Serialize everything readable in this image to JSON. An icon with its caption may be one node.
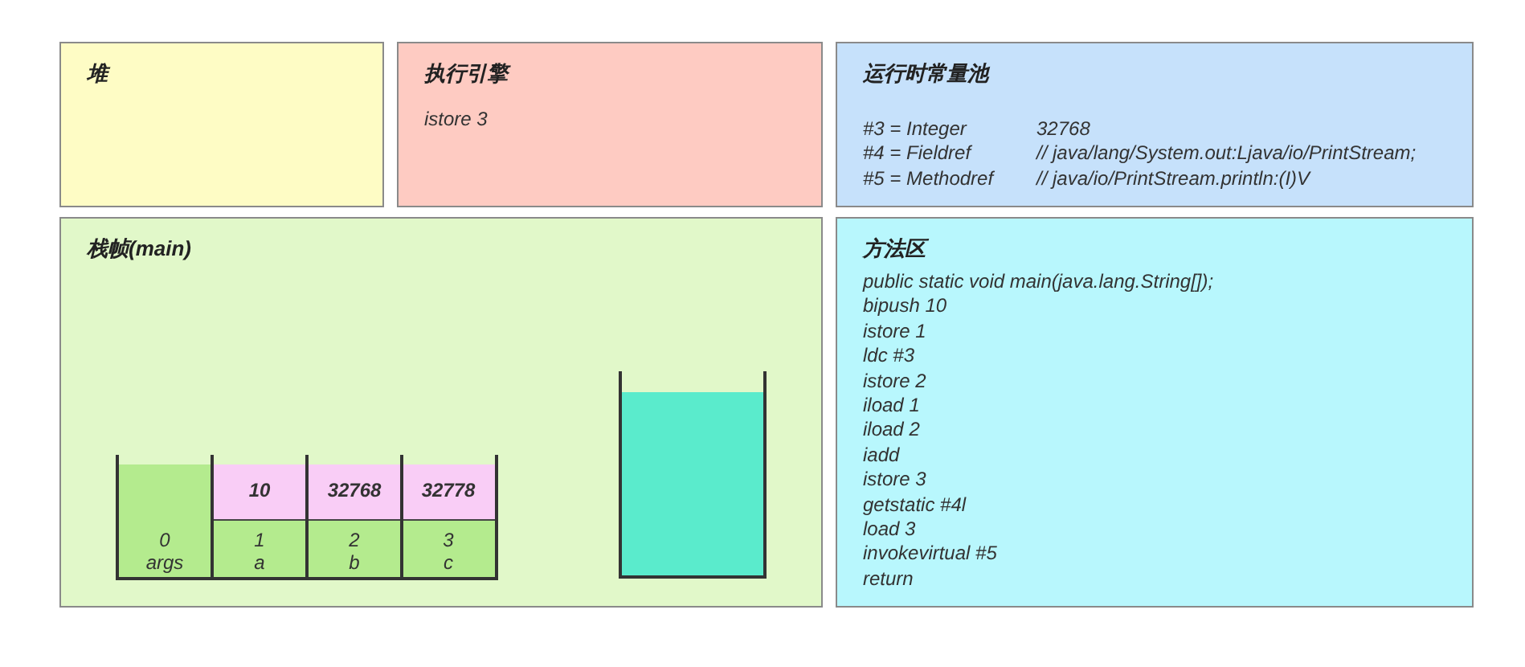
{
  "diagram": {
    "nodes": [
      {
        "text": [
          "堆"
        ]
      },
      {
        "text": [
          "执行引擎",
          "istore 3"
        ]
      },
      {
        "text": [
          "运行时常量池",
          "#3 = Integer",
          "32768",
          "#4 = Fieldref",
          "// java/lang/System.out:Ljava/io/PrintStream;",
          "#5 = Methodref",
          "// java/io/PrintStream.println:(I)V"
        ]
      },
      {
        "text": [
          "栈帧(main)"
        ]
      },
      {
        "text": [
          "0",
          "args"
        ],
        "in": 3
      },
      {
        "text": [
          "10"
        ],
        "in": 3
      },
      {
        "text": [
          "32768"
        ],
        "in": 3
      },
      {
        "text": [
          "32778"
        ],
        "in": 3
      },
      {
        "text": [
          "1",
          "a"
        ],
        "in": 3
      },
      {
        "text": [
          "2",
          "b"
        ],
        "in": 3
      },
      {
        "text": [
          "3",
          "c"
        ],
        "in": 3
      },
      {
        "text": [],
        "shape": "box",
        "in": 3
      },
      {
        "text": [
          "方法区",
          "public static void main(java.lang.String[]);",
          "bipush 10",
          "istore 1",
          "ldc #3",
          "istore 2",
          "iload 1",
          "iload 2",
          "iadd",
          "istore 3",
          "getstatic #4l",
          "load 3",
          "invokevirtual #5",
          "return"
        ]
      }
    ]
  }
}
